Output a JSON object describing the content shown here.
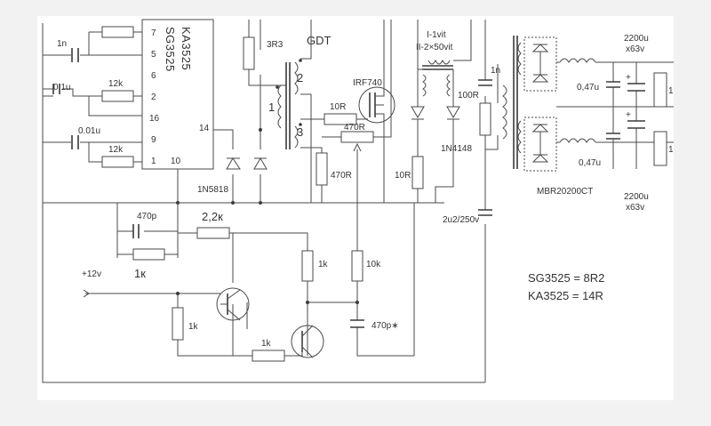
{
  "ic": {
    "part1": "KA3525",
    "part2": "SG3525"
  },
  "pins": {
    "p7": "7",
    "p5": "5",
    "p6": "6",
    "p2": "2",
    "p16": "16",
    "p9": "9",
    "p1": "1",
    "p10": "10",
    "p14": "14"
  },
  "labels": {
    "c_1n_left": "1n",
    "c_01u": "0.1u",
    "r_12k_top": "12k",
    "c_001u": "0.01u",
    "r_12k_bot": "12k",
    "r_3r3": "3R3",
    "gdt": "GDT",
    "w1": "1",
    "w2": "2",
    "w3": "3",
    "irf740": "IRF740",
    "r_10r_gate": "10R",
    "pot_470r": "470R",
    "r_470r": "470R",
    "r_10r_right": "10R",
    "xfmr_1": "I-1vit",
    "xfmr_2": "II-2×50vit",
    "c_1n_right": "1n",
    "r_100r": "100R",
    "d_1n4148": "1N4148",
    "d_1n5818": "1N5818",
    "c_2u2": "2u2/250v",
    "c_470p": "470p",
    "r_22k": "2,2к",
    "r_1k_fb": "1к",
    "vin": "+12v",
    "r_1k_c": "1k",
    "r_10k": "10k",
    "c_470p_star": "470p∗",
    "r_1k_base": "1k",
    "r_1k_b2": "1k",
    "c_out_top": "2200u",
    "v_out_top": "x63v",
    "c_out_bot": "2200u",
    "v_out_bot": "x63v",
    "c_047_top": "0,47u",
    "c_047_bot": "0,47u",
    "r_load_top": "1",
    "r_load_bot": "1",
    "d_mbr": "MBR20200CT"
  },
  "notes": {
    "sg": "SG3525 = 8R2",
    "ka": "KA3525 = 14R"
  }
}
